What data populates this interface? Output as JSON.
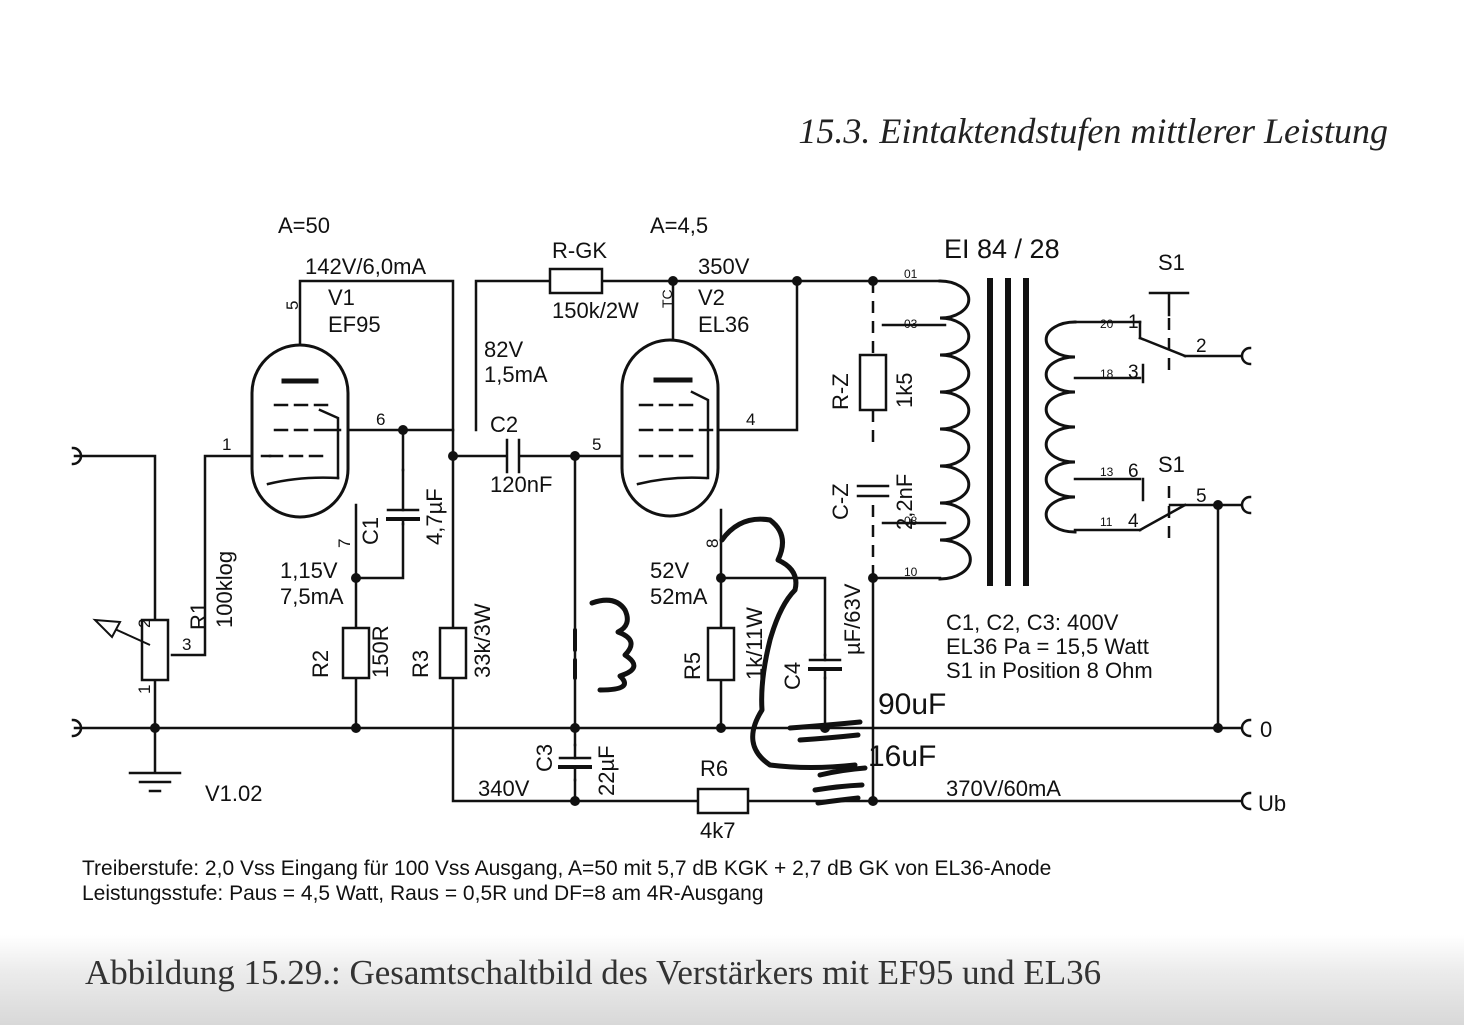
{
  "page": {
    "section_header": "15.3. Eintaktendstufen mittlerer Leistung",
    "figure_caption": "Abbildung 15.29.: Gesamtschaltbild des Verstärkers mit EF95 und EL36"
  },
  "labels": {
    "gain_v1": "A=50",
    "gain_v2": "A=4,5",
    "v1_anode": "142V/6,0mA",
    "v1_name": "V1",
    "v1_type": "EF95",
    "v2_name": "V2",
    "v2_type": "EL36",
    "v2_anode_voltage": "350V",
    "rgk_name": "R-GK",
    "rgk_value": "150k/2W",
    "screen_voltage": "82V",
    "screen_current": "1,5mA",
    "c2_name": "C2",
    "c2_value": "120nF",
    "transformer": "EI 84 / 28",
    "s1_top": "S1",
    "s1_bottom": "S1",
    "rz_name": "R-Z",
    "rz_value": "1k5",
    "cz_name": "C-Z",
    "cz_value": "2,2nF",
    "c1_name": "C1",
    "c1_value": "4,7µF",
    "v1_cathode_voltage": "1,15V",
    "v1_cathode_current": "7,5mA",
    "r2_name": "R2",
    "r2_value": "150R",
    "r3_name": "R3",
    "r3_value": "33k/3W",
    "v2_cathode_voltage": "52V",
    "v2_cathode_current": "52mA",
    "r5_name": "R5",
    "r5_value": "1k/11W",
    "c4_name": "C4",
    "c4_value": "µF/63V",
    "r1_name": "R1",
    "r1_value": "100klog",
    "c3_name": "C3",
    "c3_value": "22µF",
    "r6_name": "R6",
    "r6_value": "4k7",
    "supply_340": "340V",
    "supply_370": "370V/60mA",
    "version": "V1.02",
    "ground_terminal": "0",
    "supply_terminal": "Ub",
    "config_line1": "C1, C2, C3: 400V",
    "config_line2": "EL36 Pa = 15,5 Watt",
    "config_line3": "S1 in Position 8 Ohm",
    "handwritten_90uf": "90uF",
    "handwritten_16uf": "16uF",
    "tc_label": "TC"
  },
  "pins": {
    "v1_pin5": "5",
    "v1_pin1": "1",
    "v1_pin6": "6",
    "v1_pin7": "7",
    "v2_pin5": "5",
    "v2_pin4": "4",
    "v2_pin8": "8",
    "pot_pin1": "1",
    "pot_pin2": "2",
    "pot_pin3": "3",
    "tr_01": "01",
    "tr_03": "03",
    "tr_08": "08",
    "tr_10": "10",
    "tr_20": "20",
    "tr_18": "18",
    "tr_13": "13",
    "tr_11": "11",
    "sw_1": "1",
    "sw_2": "2",
    "sw_3": "3",
    "sw_6": "6",
    "sw_4": "4",
    "sw_5": "5"
  },
  "notes": {
    "line1": "Treiberstufe: 2,0 Vss Eingang für 100 Vss Ausgang, A=50  mit 5,7 dB KGK + 2,7 dB GK von EL36-Anode",
    "line2": "Leistungsstufe: Paus = 4,5 Watt, Raus = 0,5R und DF=8 am 4R-Ausgang"
  }
}
